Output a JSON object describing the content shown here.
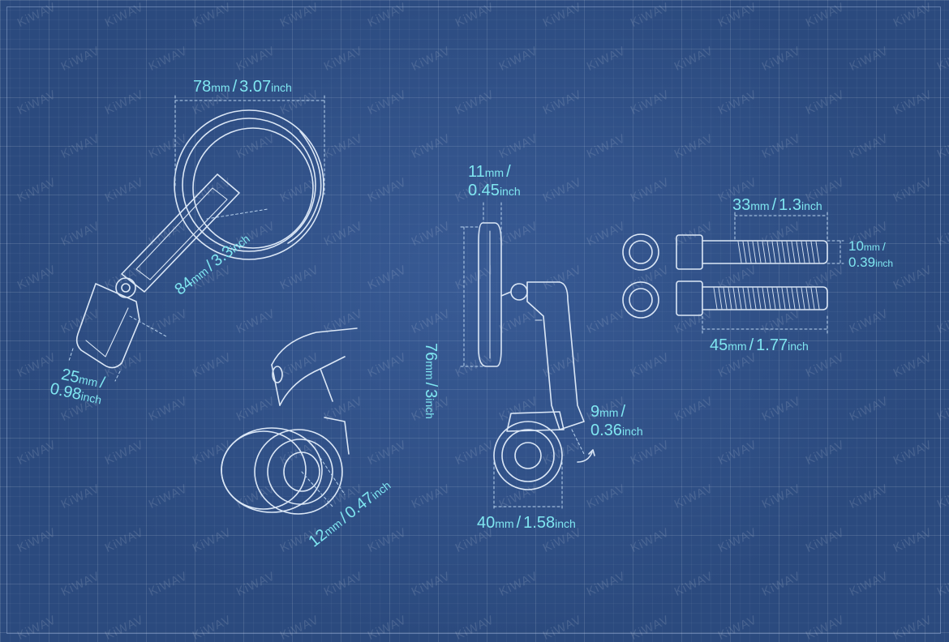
{
  "watermark": {
    "text": "KiWAV"
  },
  "colors": {
    "background": "#2b4a7e",
    "line": "#dbe7f6",
    "dimension_text": "#7fe6f0"
  },
  "dimensions": {
    "mirror_width": {
      "mm": "78",
      "mm_unit": "mm",
      "sep": "/",
      "inch": "3.07",
      "inch_unit": "inch"
    },
    "arm_length": {
      "mm": "84",
      "mm_unit": "mm",
      "sep": "/",
      "inch": "3.3",
      "inch_unit": "inch"
    },
    "clamp_width": {
      "mm": "25",
      "mm_unit": "mm",
      "sep": "/",
      "inch": "0.98",
      "inch_unit": "inch"
    },
    "bore": {
      "mm": "12",
      "mm_unit": "mm",
      "sep": "/",
      "inch": "0.47",
      "inch_unit": "inch"
    },
    "glass_depth": {
      "mm": "11",
      "mm_unit": "mm",
      "sep": "/",
      "inch": "0.45",
      "inch_unit": "inch"
    },
    "mirror_height": {
      "mm": "76",
      "mm_unit": "mm",
      "sep": "/",
      "inch": "3",
      "inch_unit": "inch"
    },
    "offset": {
      "mm": "9",
      "mm_unit": "mm",
      "sep": "/",
      "inch": "0.36",
      "inch_unit": "inch"
    },
    "clamp_diameter": {
      "mm": "40",
      "mm_unit": "mm",
      "sep": "/",
      "inch": "1.58",
      "inch_unit": "inch"
    },
    "bolt_short": {
      "mm": "33",
      "mm_unit": "mm",
      "sep": "/",
      "inch": "1.3",
      "inch_unit": "inch"
    },
    "bolt_diameter": {
      "mm": "10",
      "mm_unit": "mm",
      "sep": "/",
      "inch": "0.39",
      "inch_unit": "inch"
    },
    "bolt_long": {
      "mm": "45",
      "mm_unit": "mm",
      "sep": "/",
      "inch": "1.77",
      "inch_unit": "inch"
    }
  }
}
